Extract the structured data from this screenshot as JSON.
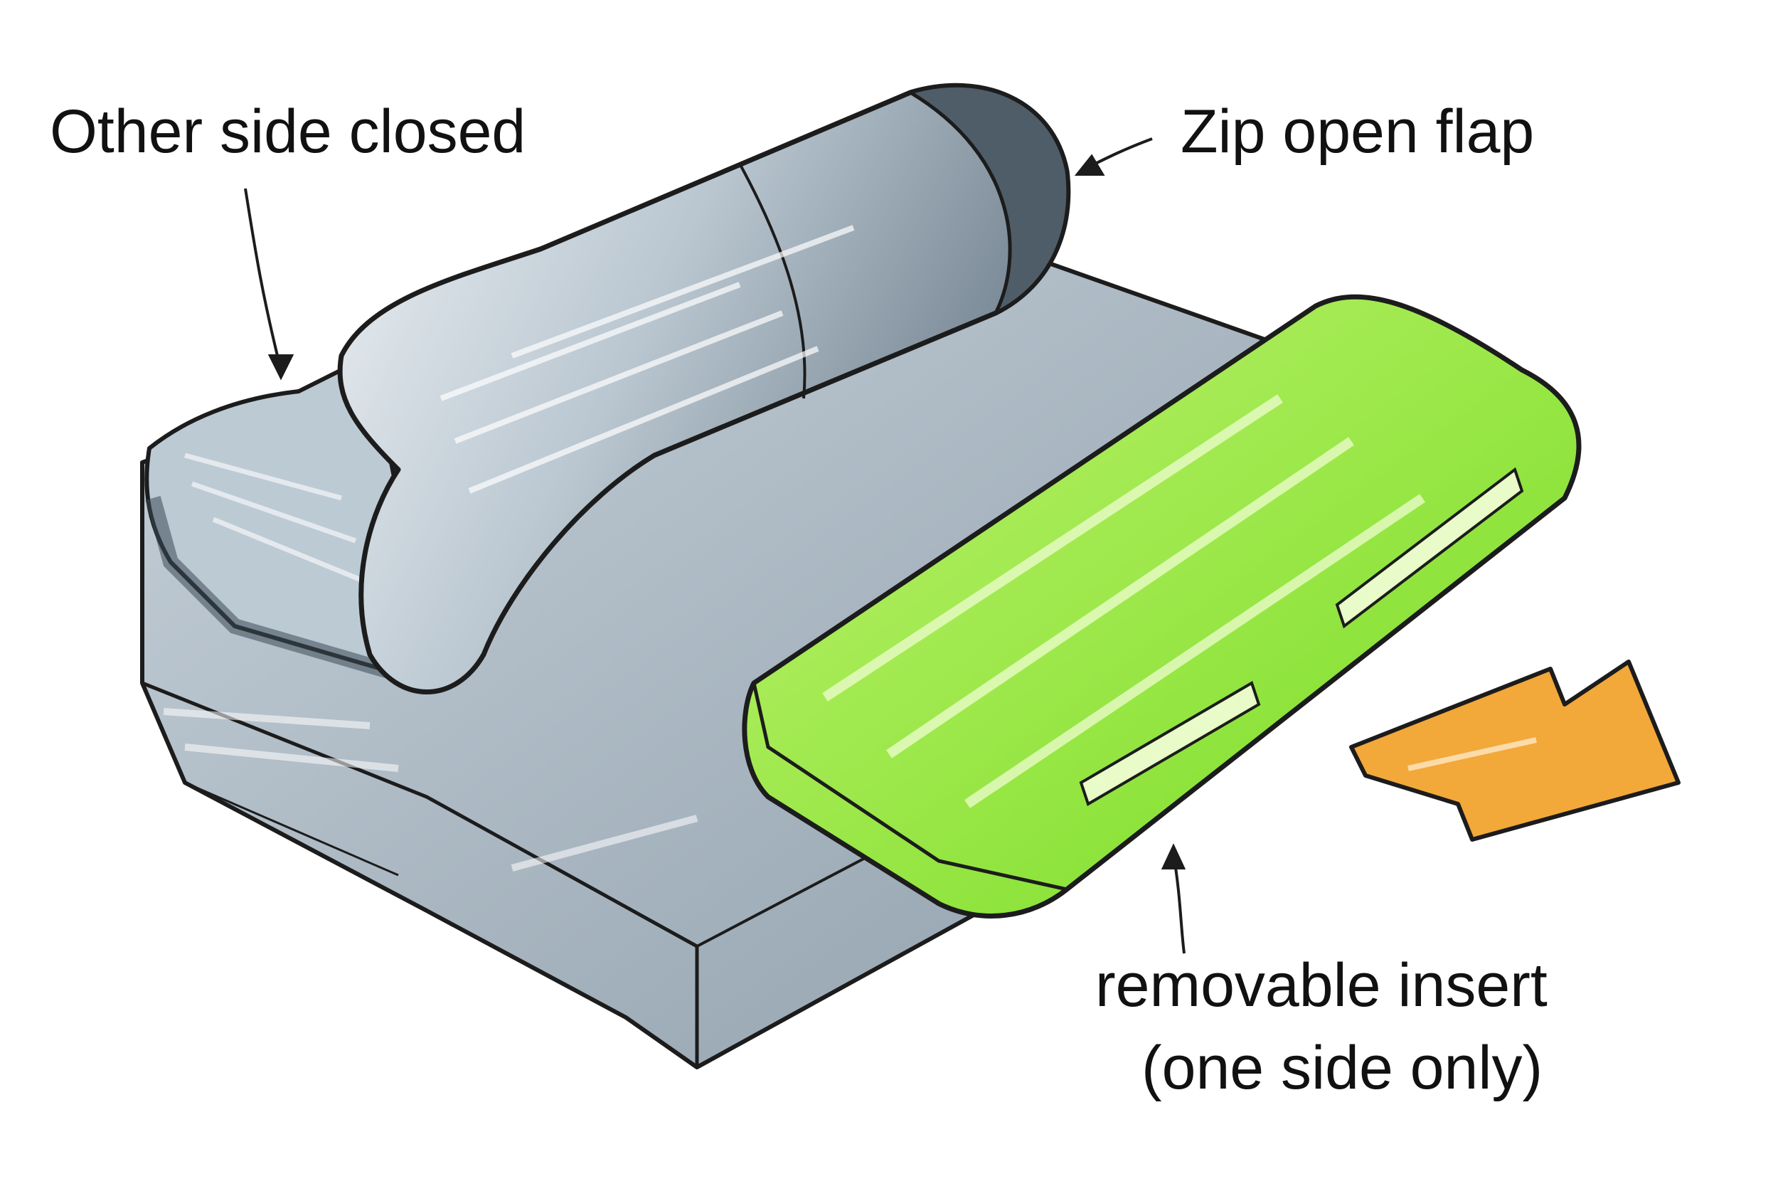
{
  "annotations": {
    "other_side": "Other side closed",
    "zip_flap": "Zip open flap",
    "insert_line1": "removable insert",
    "insert_line2": "(one side only)"
  },
  "colors": {
    "sofa_gray": "#a9b7c2",
    "sofa_dark": "#55636f",
    "insert_green": "#86e630",
    "insert_light": "#d9f79c",
    "arrow_orange": "#f3a83a",
    "ink": "#1c1c1c"
  },
  "icons": {
    "direction_arrow": "big-arrow-right"
  }
}
